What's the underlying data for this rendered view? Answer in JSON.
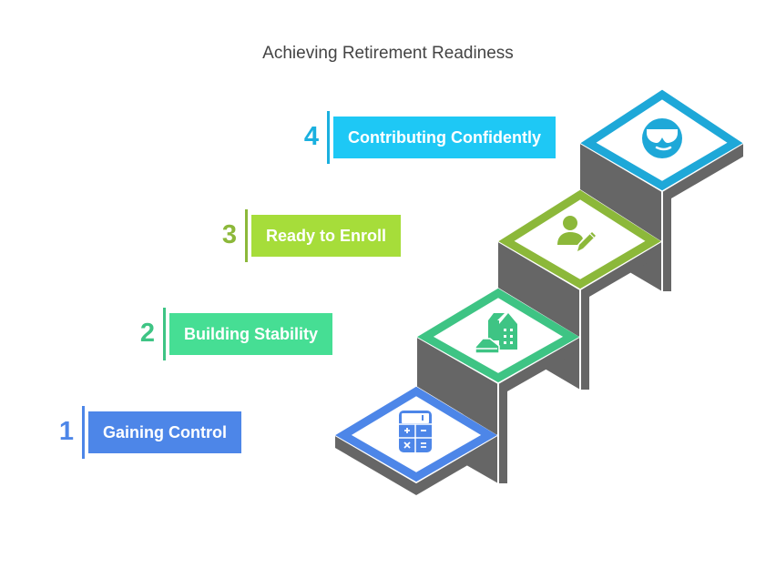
{
  "title": "Achieving Retirement Readiness",
  "steps": [
    {
      "number": "1",
      "label": "Gaining Control",
      "icon": "calculator-icon",
      "color": "#4d86e8",
      "num_color": "#4d86e8"
    },
    {
      "number": "2",
      "label": "Building Stability",
      "icon": "buildings-icon",
      "color": "#46de94",
      "num_color": "#3ec484"
    },
    {
      "number": "3",
      "label": "Ready to Enroll",
      "icon": "user-edit-icon",
      "color": "#a6dd3a",
      "num_color": "#8cb83a"
    },
    {
      "number": "4",
      "label": "Contributing Confidently",
      "icon": "cool-face-icon",
      "color": "#1ec8f5",
      "num_color": "#1ab0df"
    }
  ],
  "colors": {
    "riser": "#666666",
    "edge": "#ffffff",
    "step_icon_1": "#4d86e8",
    "step_icon_2": "#3ec484",
    "step_icon_3": "#8cb83a",
    "step_icon_4": "#1ea8d8"
  }
}
